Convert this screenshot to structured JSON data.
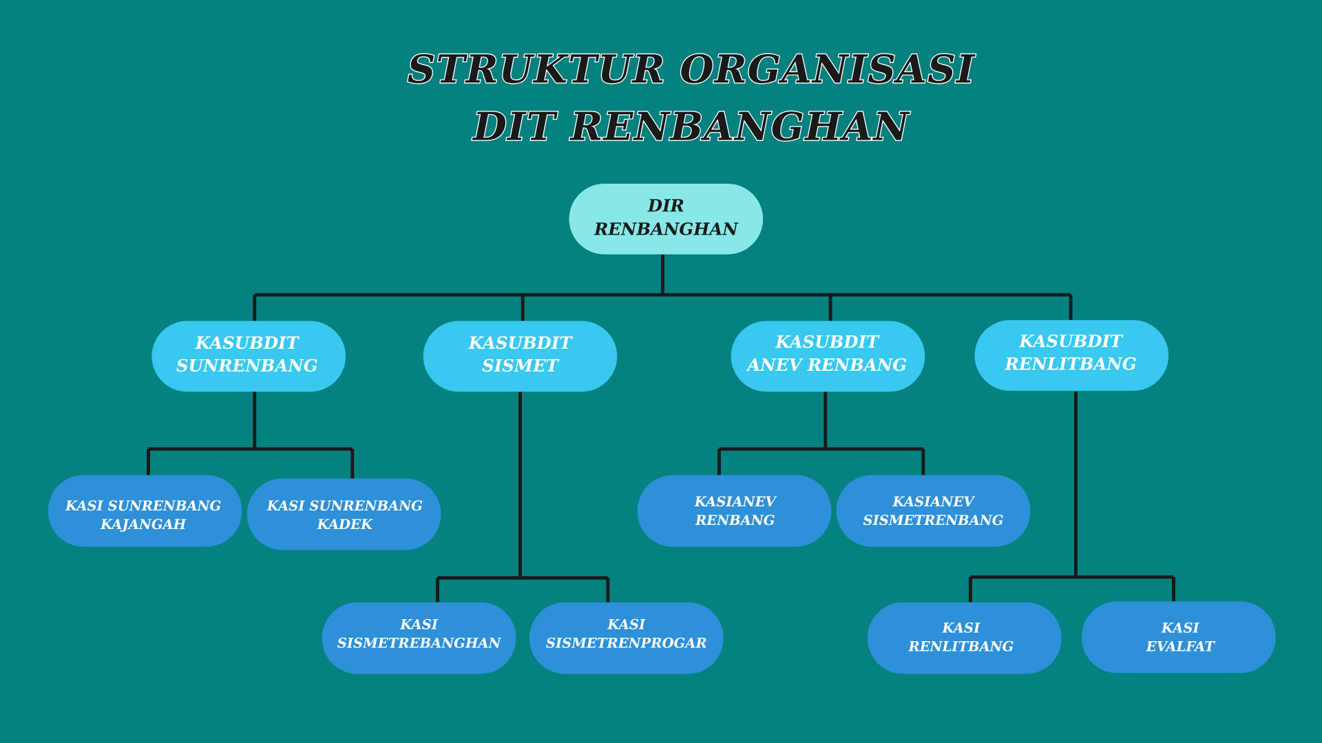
{
  "title": {
    "line1": "STRUKTUR ORGANISASI",
    "line2": "DIT RENBANGHAN"
  },
  "colors": {
    "background": "#058280",
    "director": "#88E8E8",
    "subdirectorate": "#38C8F0",
    "section": "#2E90D8",
    "connector": "#1a1a1a"
  },
  "nodes": {
    "dir": {
      "line1": "DIR",
      "line2": "RENBANGHAN"
    },
    "sunrenbang": {
      "line1": "KASUBDIT",
      "line2": "SUNRENBANG"
    },
    "sismet": {
      "line1": "KASUBDIT",
      "line2": "SISMET"
    },
    "anev": {
      "line1": "KASUBDIT",
      "line2": "ANEV RENBANG"
    },
    "renlitbang": {
      "line1": "KASUBDIT",
      "line2": "RENLITBANG"
    },
    "kajangah": {
      "line1": "KASI SUNRENBANG",
      "line2": "KAJANGAH"
    },
    "kadek": {
      "line1": "KASI SUNRENBANG",
      "line2": "KADEK"
    },
    "sismetrebanghan": {
      "line1": "KASI",
      "line2": "SISMETREBANGHAN"
    },
    "sismetrenprogar": {
      "line1": "KASI",
      "line2": "SISMETRENPROGAR"
    },
    "kasianev_renbang": {
      "line1": "KASIANEV",
      "line2": "RENBANG"
    },
    "kasianev_sismetrenbang": {
      "line1": "KASIANEV",
      "line2": "SISMETRENBANG"
    },
    "kasi_renlitbang": {
      "line1": "KASI",
      "line2": "RENLITBANG"
    },
    "kasi_evalfat": {
      "line1": "KASI",
      "line2": "EVALFAT"
    }
  }
}
